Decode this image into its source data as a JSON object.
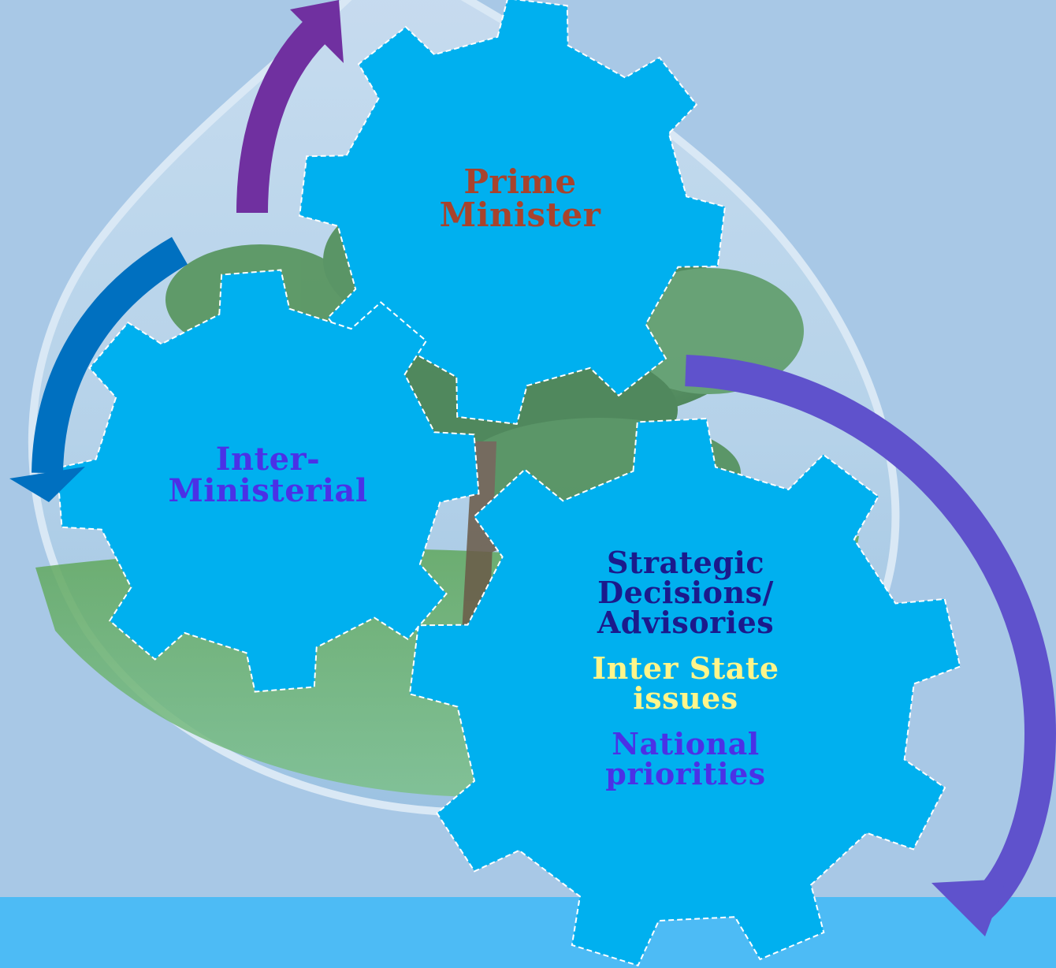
{
  "gears": {
    "prime_minister": {
      "label": "Prime Minister",
      "text_color": "#a8432c"
    },
    "inter_ministerial": {
      "label": "Inter-Ministerial",
      "text_color": "#4b31e6"
    },
    "strategic": {
      "line1": "Strategic Decisions/ Advisories",
      "line2": "Inter State issues",
      "line3": "National priorities",
      "colors": [
        "#1b1a8c",
        "#fff58a",
        "#4b31e6"
      ]
    },
    "fill_color": "#00b0ef",
    "border_color": "#ffffff"
  },
  "arrows": {
    "purple_top": "#7030a0",
    "blue_left": "#0070c0",
    "violet_right": "#5f52cc"
  },
  "background": {
    "sky": "#a8c8e6",
    "water_band": "#4dbbf5",
    "drop_outline": "#d6e6f5"
  }
}
